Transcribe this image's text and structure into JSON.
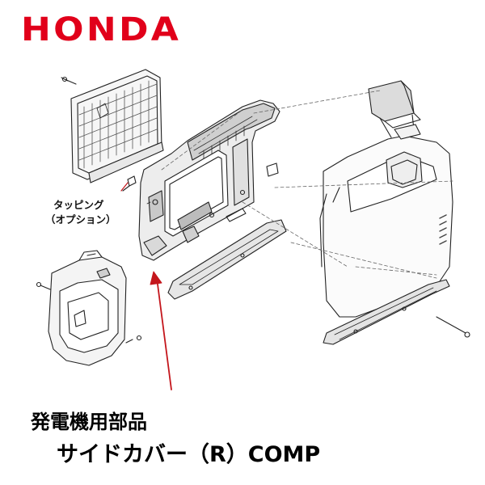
{
  "brand": {
    "logo_text": "HONDA",
    "color": "#e1001a"
  },
  "diagram": {
    "callout_line1": "タッピング",
    "callout_line2": "（オプション）",
    "arrow_color": "#c4161c"
  },
  "caption": {
    "category": "発電機用部品",
    "part_name": "サイドカバー（R）COMP"
  }
}
